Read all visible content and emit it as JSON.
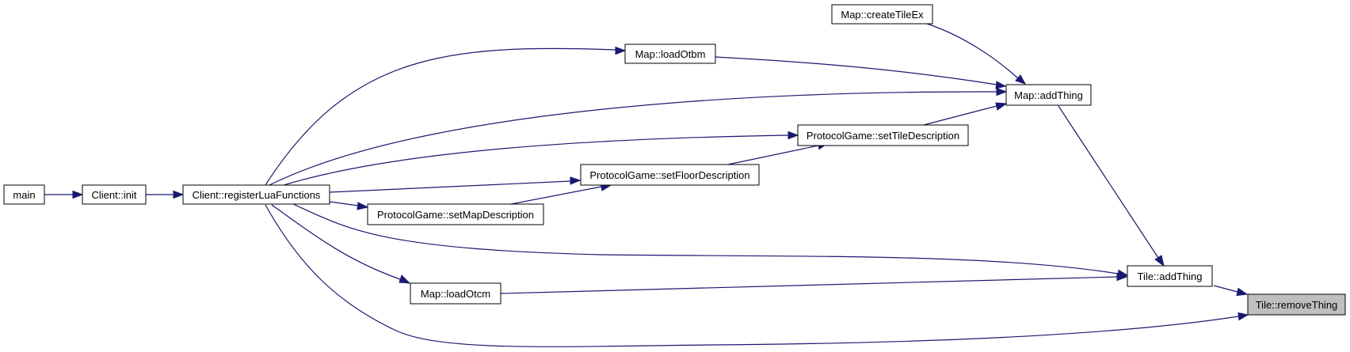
{
  "colors": {
    "edge": "#191970",
    "highlight_fill": "#bfbfbf",
    "node_fill": "#ffffff"
  },
  "nodes": {
    "main": {
      "label": "main"
    },
    "client_init": {
      "label": "Client::init"
    },
    "register_lua": {
      "label": "Client::registerLuaFunctions"
    },
    "load_otbm": {
      "label": "Map::loadOtbm"
    },
    "create_tile_ex": {
      "label": "Map::createTileEx"
    },
    "map_add_thing": {
      "label": "Map::addThing"
    },
    "set_tile_desc": {
      "label": "ProtocolGame::setTileDescription"
    },
    "set_floor_desc": {
      "label": "ProtocolGame::setFloorDescription"
    },
    "set_map_desc": {
      "label": "ProtocolGame::setMapDescription"
    },
    "load_otcm": {
      "label": "Map::loadOtcm"
    },
    "tile_add_thing": {
      "label": "Tile::addThing"
    },
    "tile_remove_thing": {
      "label": "Tile::removeThing"
    }
  }
}
